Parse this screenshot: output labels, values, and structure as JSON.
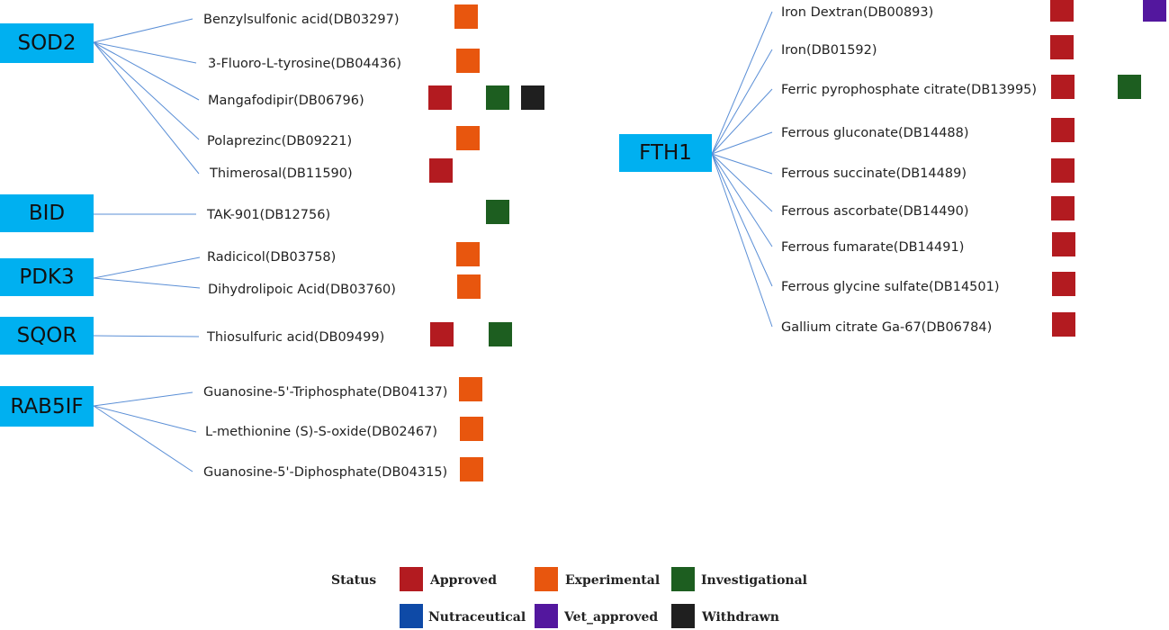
{
  "status_colors": {
    "Approved": "#b31b20",
    "Experimental": "#e8560e",
    "Investigational": "#1d5e20",
    "Nutraceutical": "#0e4aa7",
    "Vet_approved": "#53179e",
    "Withdrawn": "#1f1f1f"
  },
  "gene_box_color": "#00b0f0",
  "edge_color": "#5b8fd6",
  "genes": [
    {
      "name": "SOD2",
      "drugs": [
        {
          "label": "Benzylsulfonic acid(DB03297)",
          "statuses": [
            "Experimental"
          ]
        },
        {
          "label": "3-Fluoro-L-tyrosine(DB04436)",
          "statuses": [
            "Experimental"
          ]
        },
        {
          "label": "Mangafodipir(DB06796)",
          "statuses": [
            "Approved",
            "Investigational",
            "Withdrawn"
          ]
        },
        {
          "label": "Polaprezinc(DB09221)",
          "statuses": [
            "Experimental"
          ]
        },
        {
          "label": "Thimerosal(DB11590)",
          "statuses": [
            "Approved"
          ]
        }
      ]
    },
    {
      "name": "BID",
      "drugs": [
        {
          "label": "TAK-901(DB12756)",
          "statuses": [
            "Investigational"
          ]
        }
      ]
    },
    {
      "name": "PDK3",
      "drugs": [
        {
          "label": "Radicicol(DB03758)",
          "statuses": [
            "Experimental"
          ]
        },
        {
          "label": "Dihydrolipoic Acid(DB03760)",
          "statuses": [
            "Experimental"
          ]
        }
      ]
    },
    {
      "name": "SQOR",
      "drugs": [
        {
          "label": "Thiosulfuric acid(DB09499)",
          "statuses": [
            "Approved",
            "Investigational"
          ]
        }
      ]
    },
    {
      "name": "RAB5IF",
      "drugs": [
        {
          "label": "Guanosine-5'-Triphosphate(DB04137)",
          "statuses": [
            "Experimental"
          ]
        },
        {
          "label": "L-methionine (S)-S-oxide(DB02467)",
          "statuses": [
            "Experimental"
          ]
        },
        {
          "label": "Guanosine-5'-Diphosphate(DB04315)",
          "statuses": [
            "Experimental"
          ]
        }
      ]
    },
    {
      "name": "FTH1",
      "drugs": [
        {
          "label": "Iron Dextran(DB00893)",
          "statuses": [
            "Approved",
            "Vet_approved"
          ]
        },
        {
          "label": "Iron(DB01592)",
          "statuses": [
            "Approved"
          ]
        },
        {
          "label": "Ferric pyrophosphate citrate(DB13995)",
          "statuses": [
            "Approved",
            "Investigational"
          ]
        },
        {
          "label": "Ferrous gluconate(DB14488)",
          "statuses": [
            "Approved"
          ]
        },
        {
          "label": "Ferrous succinate(DB14489)",
          "statuses": [
            "Approved"
          ]
        },
        {
          "label": "Ferrous ascorbate(DB14490)",
          "statuses": [
            "Approved"
          ]
        },
        {
          "label": "Ferrous fumarate(DB14491)",
          "statuses": [
            "Approved"
          ]
        },
        {
          "label": "Ferrous glycine sulfate(DB14501)",
          "statuses": [
            "Approved"
          ]
        },
        {
          "label": "Gallium citrate Ga-67(DB06784)",
          "statuses": [
            "Approved"
          ]
        }
      ]
    }
  ],
  "legend": {
    "title": "Status",
    "items": [
      {
        "label": "Approved",
        "status": "Approved"
      },
      {
        "label": "Experimental",
        "status": "Experimental"
      },
      {
        "label": "Investigational",
        "status": "Investigational"
      },
      {
        "label": "Nutraceutical",
        "status": "Nutraceutical"
      },
      {
        "label": "Vet_approved",
        "status": "Vet_approved"
      },
      {
        "label": "Withdrawn",
        "status": "Withdrawn"
      }
    ]
  }
}
